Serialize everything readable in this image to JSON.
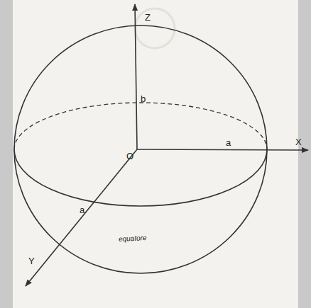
{
  "diagram": {
    "labels": [
      "Z",
      "b",
      "O",
      "a",
      "X",
      "a",
      "Y",
      "equatore"
    ]
  }
}
